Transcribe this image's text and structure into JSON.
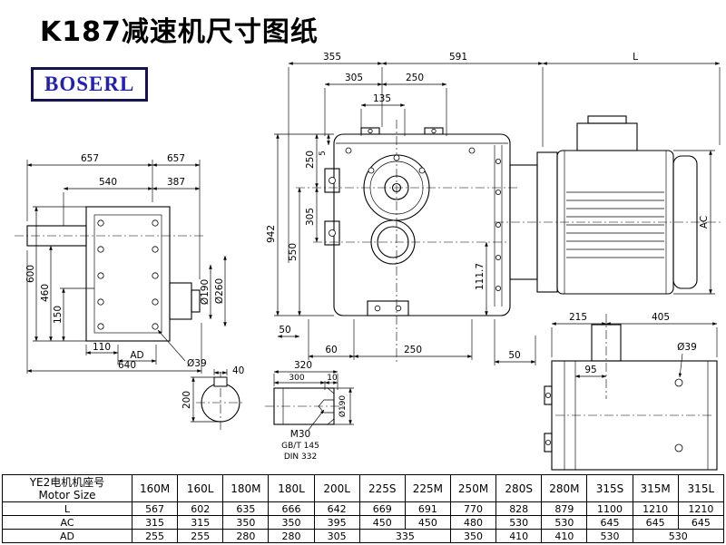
{
  "page": {
    "title": "K187减速机尺寸图纸",
    "brand": "BOSERL"
  },
  "colors": {
    "brand_text": "#2121b5",
    "brand_border": "#15124d",
    "line": "#000000"
  },
  "dims": {
    "front": {
      "top_left_657": "657",
      "top_right_657": "657",
      "mid_540": "540",
      "mid_387": "387",
      "h_600": "600",
      "h_460": "460",
      "h_150": "150",
      "b_110": "110",
      "b_ad": "AD",
      "b_640": "640",
      "hole_d39": "Ø39",
      "shaft_d190": "Ø190",
      "flange_d260": "Ø260"
    },
    "side": {
      "t_355": "355",
      "t_591": "591",
      "t_305": "305",
      "t_250": "250",
      "t_135": "135",
      "v_250": "250",
      "v_5": "5",
      "v_305": "305",
      "v_550": "550",
      "v_942": "942",
      "v_1117": "111.7",
      "b_50_left": "50",
      "b_60": "60",
      "b_250": "250",
      "b_50_right": "50"
    },
    "motor": {
      "length_L": "L",
      "dia_AC": "AC"
    },
    "flange": {
      "t_215": "215",
      "t_405": "405",
      "m_95": "95",
      "hole_d39": "Ø39"
    },
    "shaft": {
      "l_320": "320",
      "l_300": "300",
      "l_10": "10",
      "thread_m30": "M30",
      "std_gb": "GB/T 145",
      "std_din": "DIN 332",
      "dia_d190": "Ø190"
    },
    "key": {
      "h_200": "200",
      "w_40": "40"
    }
  },
  "table": {
    "header": {
      "line1": "YE2电机机座号",
      "line2": "Motor Size"
    },
    "columns": [
      "160M",
      "160L",
      "180M",
      "180L",
      "200L",
      "225S",
      "225M",
      "250M",
      "280S",
      "280M",
      "315S",
      "315M",
      "315L"
    ],
    "rows": [
      {
        "label": "L",
        "cells": [
          "567",
          "602",
          "635",
          "666",
          "642",
          "669",
          "691",
          "770",
          "828",
          "879",
          "1100",
          "1210",
          "1210"
        ]
      },
      {
        "label": "AC",
        "cells": [
          "315",
          "315",
          "350",
          "350",
          "395",
          "450",
          "450",
          "480",
          "530",
          "530",
          "645",
          "645",
          "645"
        ]
      },
      {
        "label": "AD",
        "cells": [
          "255",
          "255",
          "280",
          "280",
          "305",
          "335",
          "350",
          "410",
          "410",
          "530",
          "530"
        ]
      }
    ]
  }
}
